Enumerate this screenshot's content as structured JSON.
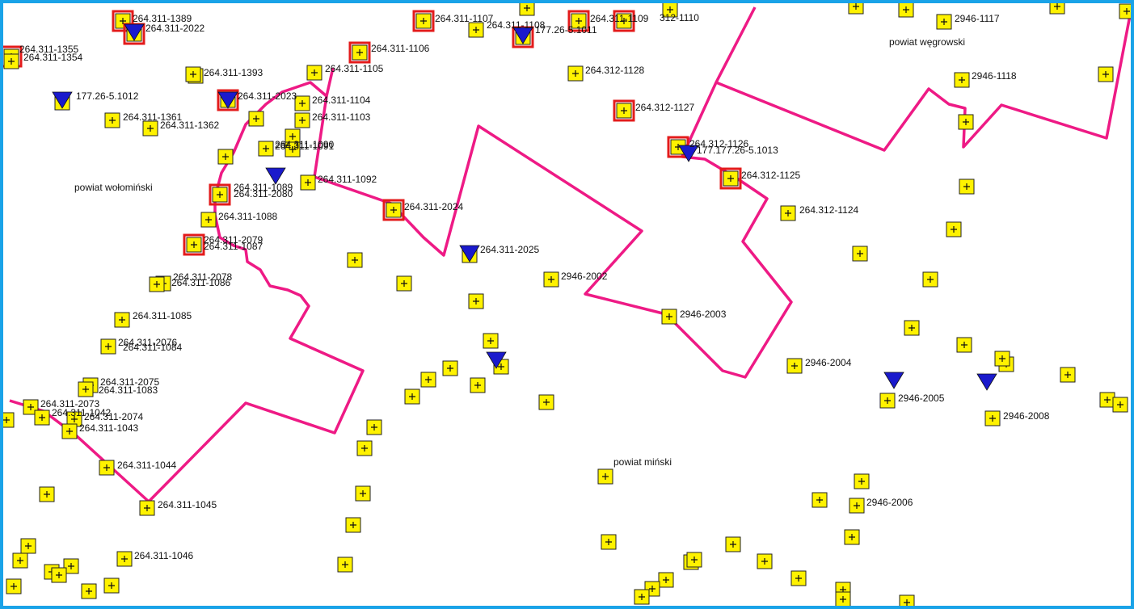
{
  "map": {
    "regions": [
      {
        "name": "powiat wołomiński"
      },
      {
        "name": "powiat węgrowski"
      },
      {
        "name": "powiat miński"
      }
    ],
    "boundary_color": "#ee1a85",
    "marker_fill": "#fff200",
    "highlight_border": "#e31b1b",
    "triangle_fill": "#1a1acc",
    "frame_color": "#1aa3e8",
    "labels": [
      "264.311-1389",
      "264.311-2022",
      "264.311-1355",
      "264.311-1354",
      "264.311-1107",
      "177.26-5.1011",
      "264.311-1106",
      "264.311-1393",
      "264.311-1105",
      "264.312-1128",
      "177.26-5.1012",
      "264.311-2023",
      "264.311-1104",
      "264.311-1103",
      "264.311-1361",
      "264.311-1362",
      "264.312-1127",
      "264.311-1091",
      "264.312-1126",
      "177.177.26-5.1013",
      "264.312-1125",
      "264.311-1092",
      "264.311-1089",
      "264.311-2080",
      "264.311-2024",
      "264.312-1124",
      "264.311-1088",
      "264.311-2079",
      "264.311-1087",
      "264.311-2025",
      "2946-2002",
      "264.311-2078",
      "264.311-1086",
      "2946-2003",
      "264.311-1085",
      "264.311-2076",
      "264.311-1084",
      "2946-2004",
      "264.311-2075",
      "264.311-1083",
      "2946-2005",
      "2946-2008",
      "264.311-2073",
      "264.311-1042",
      "264.311-2074",
      "264.311-1043",
      "264.311-1044",
      "264.311-1045",
      "2946-2006",
      "264.311-1046",
      "2946-1117",
      "2946-1118",
      "264.311-1108",
      "312-1110",
      "264.311-1109",
      "264.311-1090"
    ]
  }
}
